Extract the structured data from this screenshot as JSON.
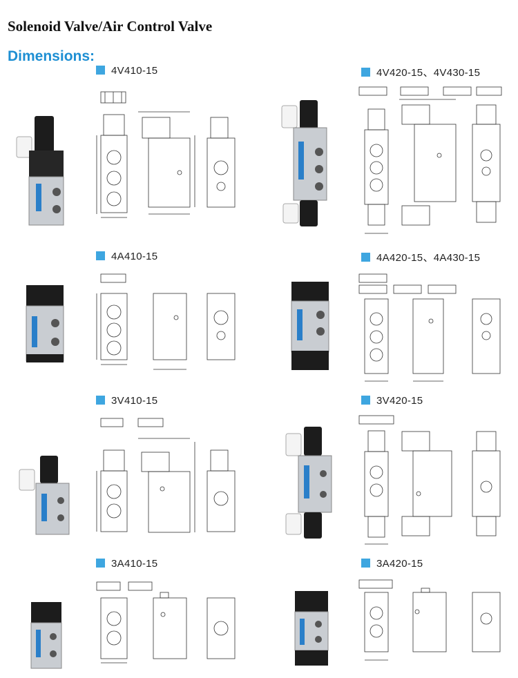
{
  "page": {
    "title": "Solenoid Valve/Air Control Valve",
    "section_heading": "Dimensions:"
  },
  "colors": {
    "heading_blue": "#1e8fd3",
    "marker_blue": "#3ea6e0",
    "valve_label_blue": "#2a7fc9",
    "drawing_line": "#333333",
    "body_metal": "#c9cdd2",
    "coil_black": "#1c1c1c"
  },
  "models": [
    {
      "name": "4V410-15"
    },
    {
      "name": "4V420-15、4V430-15"
    },
    {
      "name": "4A410-15"
    },
    {
      "name": "4A420-15、4A430-15"
    },
    {
      "name": "3V410-15"
    },
    {
      "name": "3V420-15"
    },
    {
      "name": "3A410-15"
    },
    {
      "name": "3A420-15"
    }
  ]
}
